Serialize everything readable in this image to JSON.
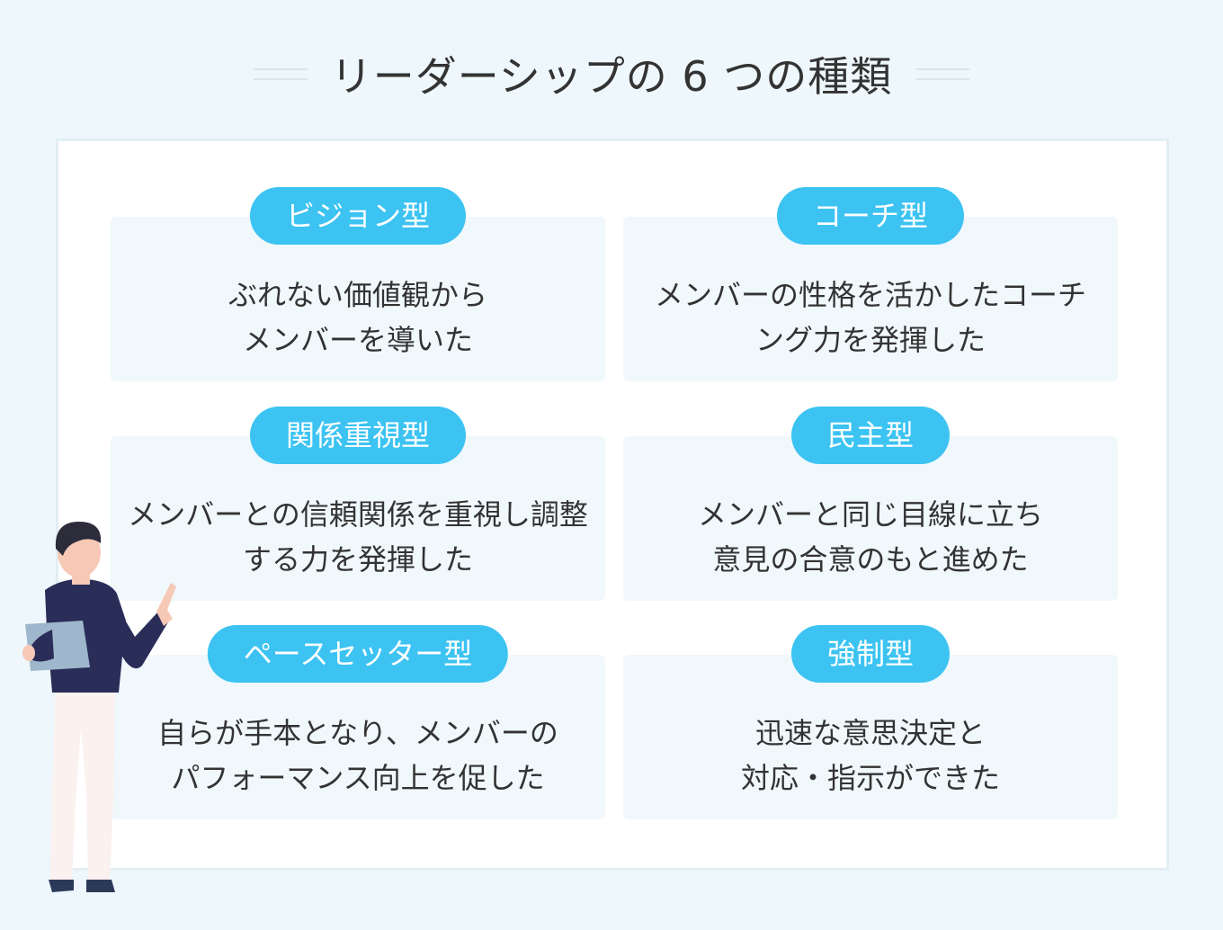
{
  "title": "リーダーシップの 6 つの種類",
  "cards": [
    {
      "tag": "ビジョン型",
      "lines": [
        "ぶれない価値観から",
        "メンバーを導いた"
      ]
    },
    {
      "tag": "コーチ型",
      "lines": [
        "メンバーの性格を活かしたコーチ",
        "ング力を発揮した"
      ]
    },
    {
      "tag": "関係重視型",
      "lines": [
        "メンバーとの信頼関係を重視し調整",
        "する力を発揮した"
      ]
    },
    {
      "tag": "民主型",
      "lines": [
        "メンバーと同じ目線に立ち",
        "意見の合意のもと進めた"
      ]
    },
    {
      "tag": "ペースセッター型",
      "lines": [
        "自らが手本となり、メンバーの",
        "パフォーマンス向上を促した"
      ]
    },
    {
      "tag": "強制型",
      "lines": [
        "迅速な意思決定と",
        "対応・指示ができた"
      ]
    }
  ],
  "colors": {
    "background": "#eef7fb",
    "tag": "#3cc3f2",
    "card": "#f0f8fc",
    "text": "#333333"
  },
  "illustration": {
    "name": "presenter-person-illustration"
  }
}
